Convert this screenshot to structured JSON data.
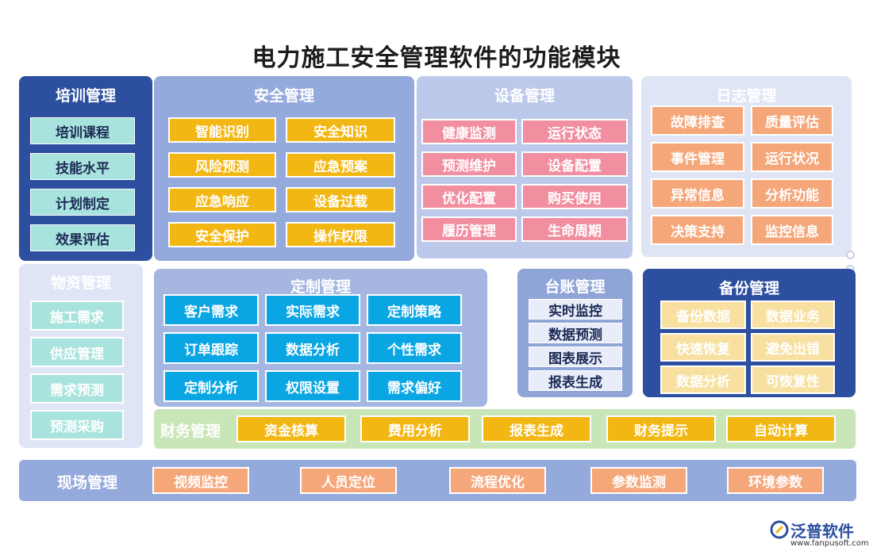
{
  "title": "电力施工安全管理软件的功能模块",
  "training": {
    "title": "培训管理",
    "items": [
      "培训课程",
      "技能水平",
      "计划制定",
      "效果评估"
    ]
  },
  "safety": {
    "title": "安全管理",
    "items": [
      "智能识别",
      "安全知识",
      "风险预测",
      "应急预案",
      "应急响应",
      "设备过载",
      "安全保护",
      "操作权限"
    ]
  },
  "equipment": {
    "title": "设备管理",
    "items": [
      "健康监测",
      "运行状态",
      "预测维护",
      "设备配置",
      "优化配置",
      "购买使用",
      "履历管理",
      "生命周期"
    ]
  },
  "log": {
    "title": "日志管理",
    "items": [
      "故障排查",
      "质量评估",
      "事件管理",
      "运行状况",
      "异常信息",
      "分析功能",
      "决策支持",
      "监控信息"
    ]
  },
  "material": {
    "title": "物资管理",
    "items": [
      "施工需求",
      "供应管理",
      "需求预测",
      "预测采购"
    ]
  },
  "custom": {
    "title": "定制管理",
    "items": [
      "客户需求",
      "实际需求",
      "定制策略",
      "订单跟踪",
      "数据分析",
      "个性需求",
      "定制分析",
      "权限设置",
      "需求偏好"
    ]
  },
  "ledger": {
    "title": "台账管理",
    "items": [
      "实时监控",
      "数据预测",
      "图表展示",
      "报表生成"
    ]
  },
  "backup": {
    "title": "备份管理",
    "items": [
      "备份数据",
      "数据业务",
      "快速恢复",
      "避免出错",
      "数据分析",
      "可恢复性"
    ]
  },
  "finance": {
    "title": "财务管理",
    "items": [
      "资金核算",
      "费用分析",
      "报表生成",
      "财务提示",
      "自动计算"
    ]
  },
  "site": {
    "title": "现场管理",
    "items": [
      "视频监控",
      "人员定位",
      "流程优化",
      "参数监测",
      "环境参数"
    ]
  },
  "logo": {
    "name": "泛普软件",
    "url": "www.fanpusoft.com"
  },
  "colors": {
    "dark_blue": "#2d4fa0",
    "mid_blue": "#94a9dc",
    "light_blue": "#bcc9ea",
    "pale_blue": "#dfe5f5",
    "yellow": "#f3b714",
    "pink": "#f18e9f",
    "orange": "#f5a77a",
    "teal": "#a8e3dd",
    "cyan": "#0aa6e4",
    "green": "#c9e6b8"
  }
}
